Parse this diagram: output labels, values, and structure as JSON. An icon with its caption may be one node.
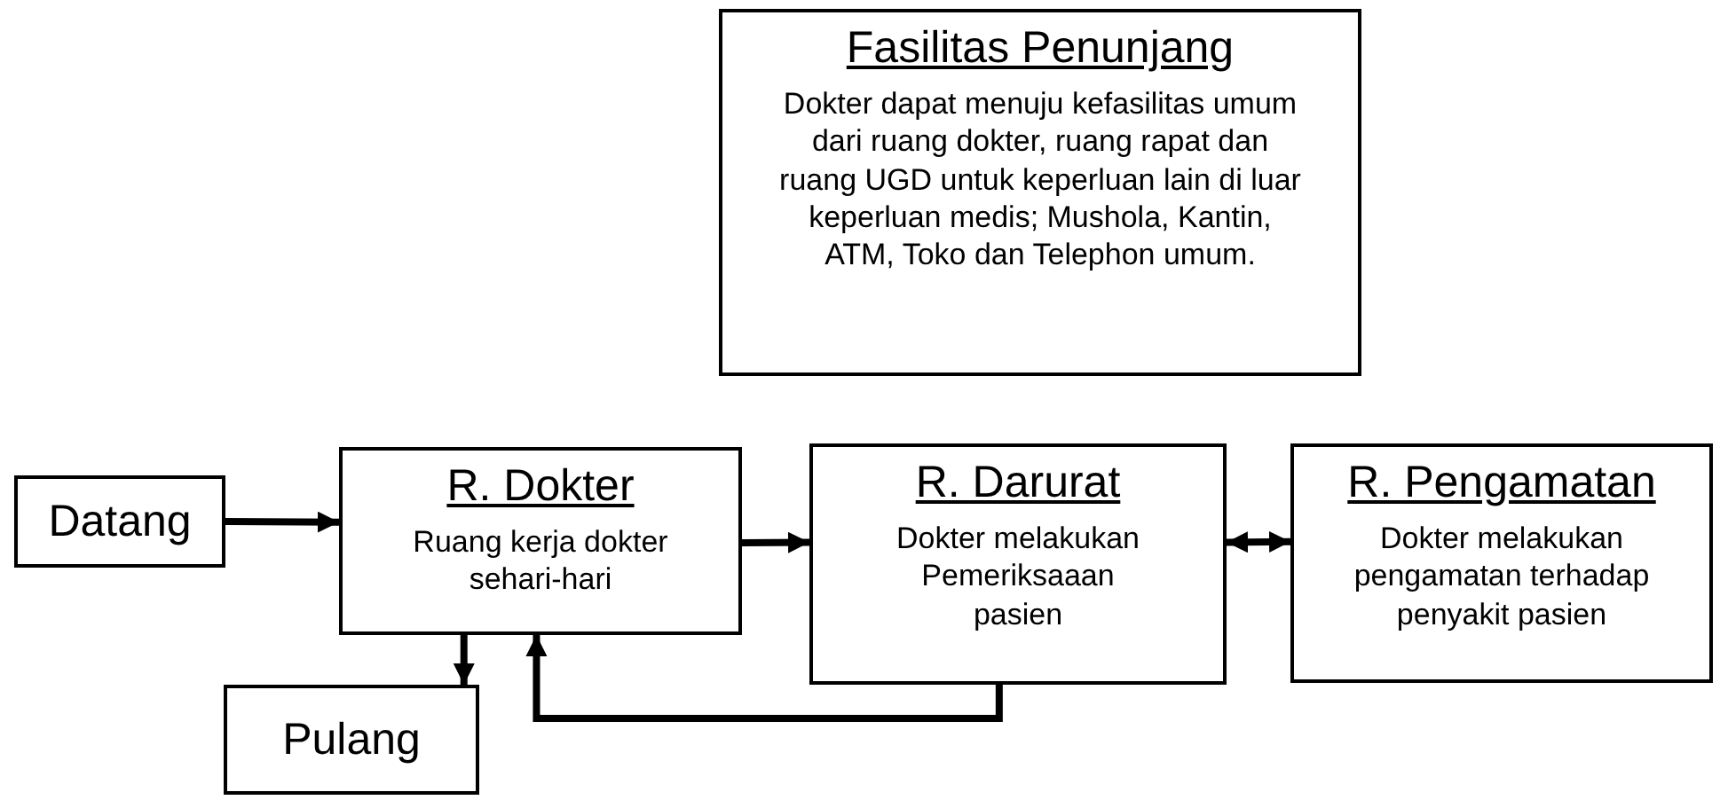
{
  "diagram": {
    "nodes": [
      {
        "text": [
          "Fasilitas Penunjang",
          "Dokter  dapat menuju kefasilitas umum dari ruang dokter, ruang rapat dan ruang UGD untuk keperluan lain di luar keperluan medis; Mushola, Kantin, ATM, Toko dan Telephon umum."
        ]
      },
      {
        "text": [
          "Datang"
        ]
      },
      {
        "text": [
          "R. Dokter",
          "Ruang kerja dokter sehari-hari"
        ]
      },
      {
        "text": [
          "R. Darurat",
          "Dokter melakukan Pemeriksaaan pasien"
        ]
      },
      {
        "text": [
          "R. Pengamatan",
          "Dokter melakukan pengamatan terhadap penyakit pasien"
        ]
      },
      {
        "text": [
          "Pulang"
        ]
      }
    ],
    "edges": [
      {
        "from": 1,
        "to": 2,
        "arrow": "to"
      },
      {
        "from": 2,
        "to": 3,
        "arrow": "to"
      },
      {
        "from": 3,
        "to": 4,
        "arrow": "both"
      },
      {
        "from": 2,
        "to": 5,
        "arrow": "to"
      },
      {
        "from": 3,
        "to": 2,
        "arrow": "to"
      }
    ]
  }
}
